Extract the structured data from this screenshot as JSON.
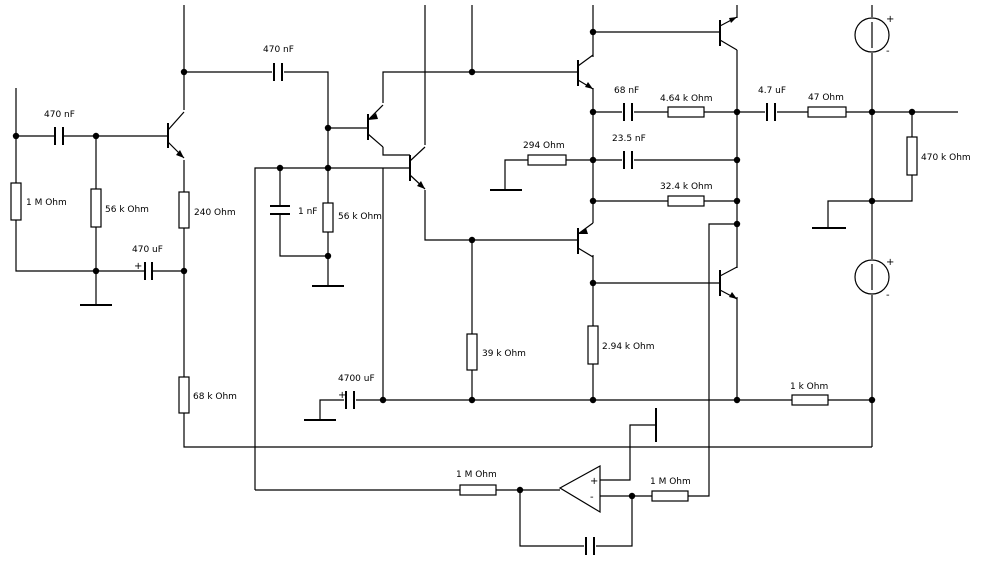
{
  "labels": {
    "c_in": "470 nF",
    "r_1m": "1 M Ohm",
    "r_56k_in": "56 k Ohm",
    "r_240": "240  Ohm",
    "c_470uf": "470 uF",
    "r_68k": "68 k Ohm",
    "c_couple": "470 nF",
    "c_1nf": "1 nF",
    "r_56k_b": "56 k Ohm",
    "c_4700uf": "4700 uF",
    "r_39k": "39 k Ohm",
    "r_294": "294  Ohm",
    "c_68nf": "68 nF",
    "r_4k64": "4.64 k Ohm",
    "c_23n5": "23.5 nF",
    "r_32k4": "32.4 k Ohm",
    "r_2k94": "2.94 k Ohm",
    "c_4u7": "4.7 uF",
    "r_47": "47  Ohm",
    "r_470k": "470 k Ohm",
    "r_1k": "1 k Ohm",
    "r_1m_a": "1 M Ohm",
    "r_1m_b": "1 M Ohm"
  },
  "signs": {
    "plus": "+",
    "minus": "-"
  }
}
